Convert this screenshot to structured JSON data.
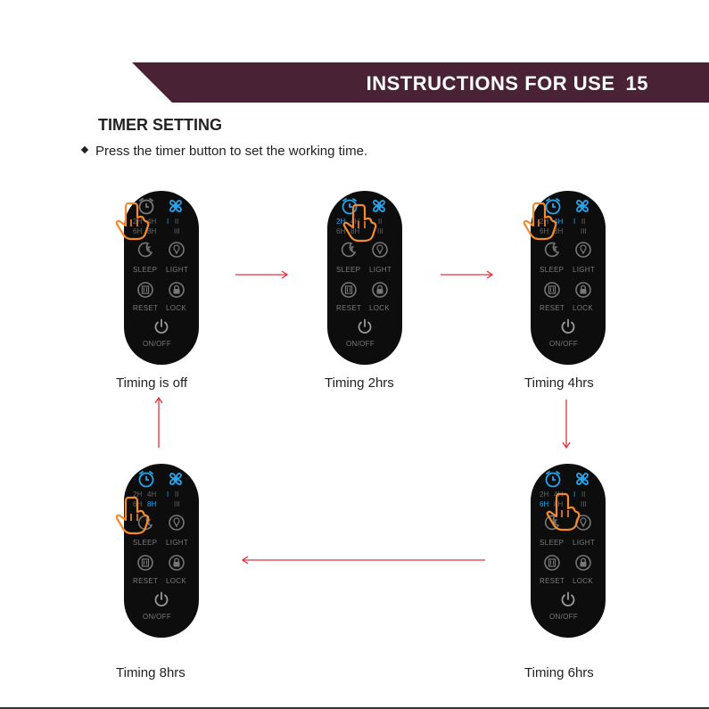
{
  "header": {
    "title": "INSTRUCTIONS FOR USE",
    "page_number": "15"
  },
  "section": {
    "title": "TIMER SETTING",
    "instruction": "Press the timer button to set the working time."
  },
  "remote_labels": {
    "timer_2h": "2H",
    "timer_4h": "4H",
    "timer_6h": "6H",
    "timer_8h": "8H",
    "speed_1": "I",
    "speed_2": "II",
    "speed_3": "III",
    "sleep": "SLEEP",
    "light": "LIGHT",
    "reset": "RESET",
    "lock": "LOCK",
    "power": "ON/OFF"
  },
  "states": [
    {
      "caption": "Timing is off",
      "active": ""
    },
    {
      "caption": "Timing 2hrs",
      "active": "2H"
    },
    {
      "caption": "Timing 4hrs",
      "active": "4H"
    },
    {
      "caption": "Timing 8hrs",
      "active": "8H"
    },
    {
      "caption": "Timing 6hrs",
      "active": "6H"
    }
  ],
  "colors": {
    "banner": "#4a2236",
    "icon_active": "#2aa2e6",
    "arrow": "#e0303a",
    "hand": "#f28a2e"
  },
  "icons": [
    "clock-timer-icon",
    "fan-icon",
    "sleep-moon-icon",
    "light-bulb-icon",
    "reset-filter-icon",
    "lock-icon",
    "power-icon",
    "hand-press-icon"
  ]
}
